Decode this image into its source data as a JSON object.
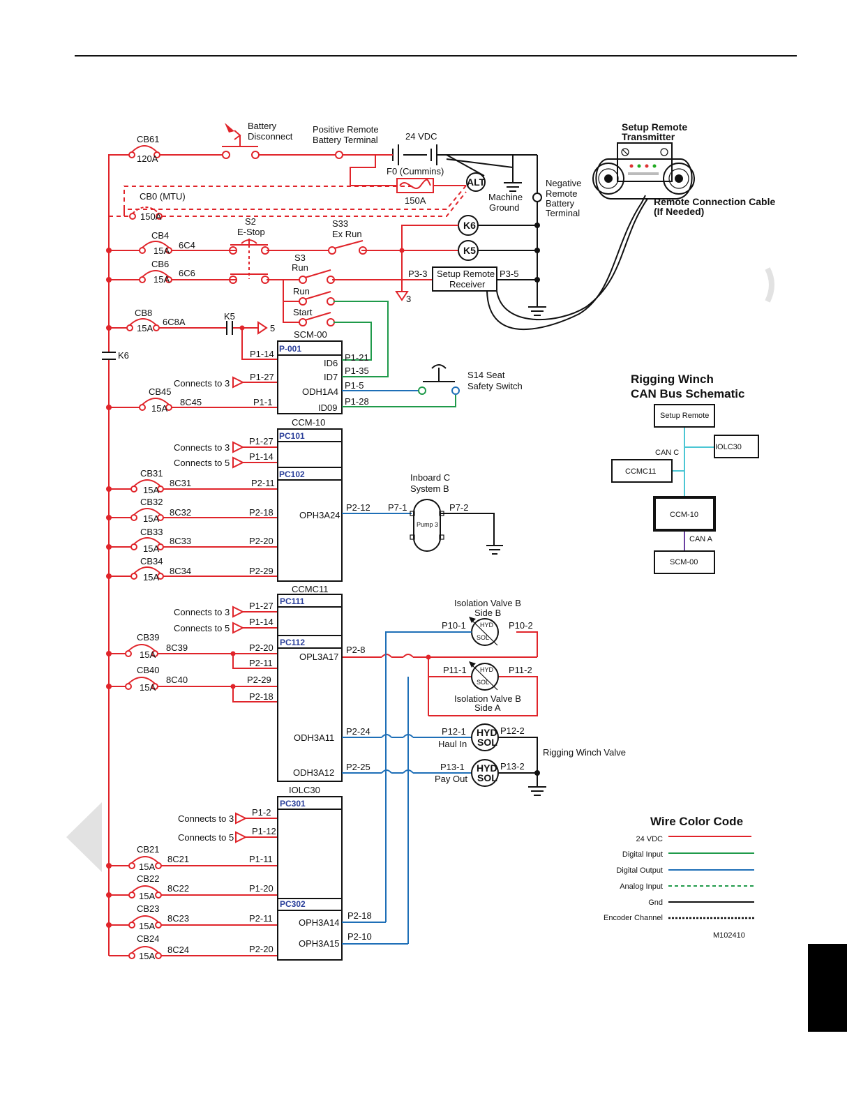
{
  "schematic": {
    "cb61": "CB61",
    "cb61_amp": "120A",
    "battery_disconnect": [
      "Battery",
      "Disconnect"
    ],
    "pos_terminal": [
      "Positive Remote",
      "Battery Terminal"
    ],
    "vdc": "24 VDC",
    "fuse": "F0 (Cummins)",
    "fuse_amp": "150A",
    "alt": "ALT",
    "machine_ground": [
      "Machine",
      "Ground"
    ],
    "neg_terminal": [
      "Negative",
      "Remote",
      "Battery",
      "Terminal"
    ],
    "cb0": "CB0 (MTU)",
    "cb0_amp": "150A",
    "cb4": "CB4",
    "cb4_amp": "15A",
    "w6c4": "6C4",
    "cb6": "CB6",
    "cb6_amp": "15A",
    "w6c6": "6C6",
    "s2": "S2",
    "estop": "E-Stop",
    "s33": "S33",
    "exrun": "Ex Run",
    "s3": "S3",
    "run": "Run",
    "run2": "Run",
    "start": "Start",
    "k6": "K6",
    "k5": "K5",
    "p3_3": "P3-3",
    "p3_5": "P3-5",
    "receiver": [
      "Setup Remote",
      "Receiver"
    ],
    "ref3": "3",
    "ref5": "5",
    "cb8": "CB8",
    "cb8_amp": "15A",
    "w6c8a": "6C8A",
    "k5_contact": "K5",
    "k6_contact": "K6",
    "scm00": "SCM-00",
    "p001": "P-001",
    "p1_14": "P1-14",
    "p1_27": "P1-27",
    "p1_1": "P1-1",
    "id6": "ID6",
    "id7": "ID7",
    "odh1a4": "ODH1A4",
    "id09": "ID09",
    "p1_21": "P1-21",
    "p1_35": "P1-35",
    "p1_5": "P1-5",
    "p1_28": "P1-28",
    "connects3": "Connects to 3",
    "connects5": "Connects to 5",
    "cb45": "CB45",
    "cb45_amp": "15A",
    "w8c45": "8C45",
    "s14": [
      "S14 Seat",
      "Safety Switch"
    ],
    "ccm10": "CCM-10",
    "pc101": "PC101",
    "pc102": "PC102",
    "p2_11": "P2-11",
    "p2_18": "P2-18",
    "p2_20": "P2-20",
    "p2_29": "P2-29",
    "oph3a24": "OPH3A24",
    "p2_12": "P2-12",
    "cb31": "CB31",
    "w8c31": "8C31",
    "cb32": "CB32",
    "w8c32": "8C32",
    "cb33": "CB33",
    "w8c33": "8C33",
    "cb34": "CB34",
    "w8c34": "8C34",
    "amp15": "15A",
    "inboard": [
      "Inboard C",
      "System B"
    ],
    "p7_1": "P7-1",
    "p7_2": "P7-2",
    "pump3": "Pump 3",
    "ccmc11": "CCMC11",
    "pc111": "PC111",
    "pc112": "PC112",
    "cb39": "CB39",
    "w8c39": "8C39",
    "cb40": "CB40",
    "w8c40": "8C40",
    "opl3a17": "OPL3A17",
    "p2_8": "P2-8",
    "odh3a11": "ODH3A11",
    "odh3a12": "ODH3A12",
    "p2_24": "P2-24",
    "p2_25": "P2-25",
    "iso_b": [
      "Isolation Valve B",
      "Side B"
    ],
    "iso_a": [
      "Isolation Valve B",
      "Side A"
    ],
    "p10_1": "P10-1",
    "p10_2": "P10-2",
    "p11_1": "P11-1",
    "p11_2": "P11-2",
    "p12_1": "P12-1",
    "p12_2": "P12-2",
    "p13_1": "P13-1",
    "p13_2": "P13-2",
    "haul_in": "Haul In",
    "pay_out": "Pay Out",
    "hyd": "HYD",
    "sol": "SOL",
    "winch_valve": "Rigging Winch Valve",
    "iolc30": "IOLC30",
    "pc301": "PC301",
    "pc302": "PC302",
    "p1_2": "P1-2",
    "p1_12": "P1-12",
    "p1_11": "P1-11",
    "p1_20": "P1-20",
    "cb21": "CB21",
    "w8c21": "8C21",
    "cb22": "CB22",
    "w8c22": "8C22",
    "cb23": "CB23",
    "w8c23": "8C23",
    "cb24": "CB24",
    "w8c24": "8C24",
    "oph3a14": "OPH3A14",
    "oph3a15": "OPH3A15",
    "p2_10": "P2-10"
  },
  "remote": {
    "title": [
      "Setup Remote",
      "Transmitter"
    ],
    "cable": [
      "Remote Connection Cable",
      "(If Needed)"
    ]
  },
  "canbus": {
    "title": [
      "Rigging Winch",
      "CAN Bus Schematic"
    ],
    "setup_remote": "Setup Remote",
    "iolc30": "IOLC30",
    "ccmc11": "CCMC11",
    "ccm10": "CCM-10",
    "scm00": "SCM-00",
    "can_c": "CAN C",
    "can_a": "CAN A"
  },
  "legend": {
    "title": "Wire Color Code",
    "items": [
      {
        "label": "24 VDC",
        "color": "#e0242a"
      },
      {
        "label": "Digital Input",
        "color": "#1f9a4a"
      },
      {
        "label": "Digital Output",
        "color": "#1e6fb7"
      },
      {
        "label": "Analog Input",
        "color": "#1f9a4a"
      },
      {
        "label": "Gnd",
        "color": "#111111"
      },
      {
        "label": "Encoder Channel",
        "color": "#111111"
      }
    ],
    "figure_id": "M102410"
  }
}
